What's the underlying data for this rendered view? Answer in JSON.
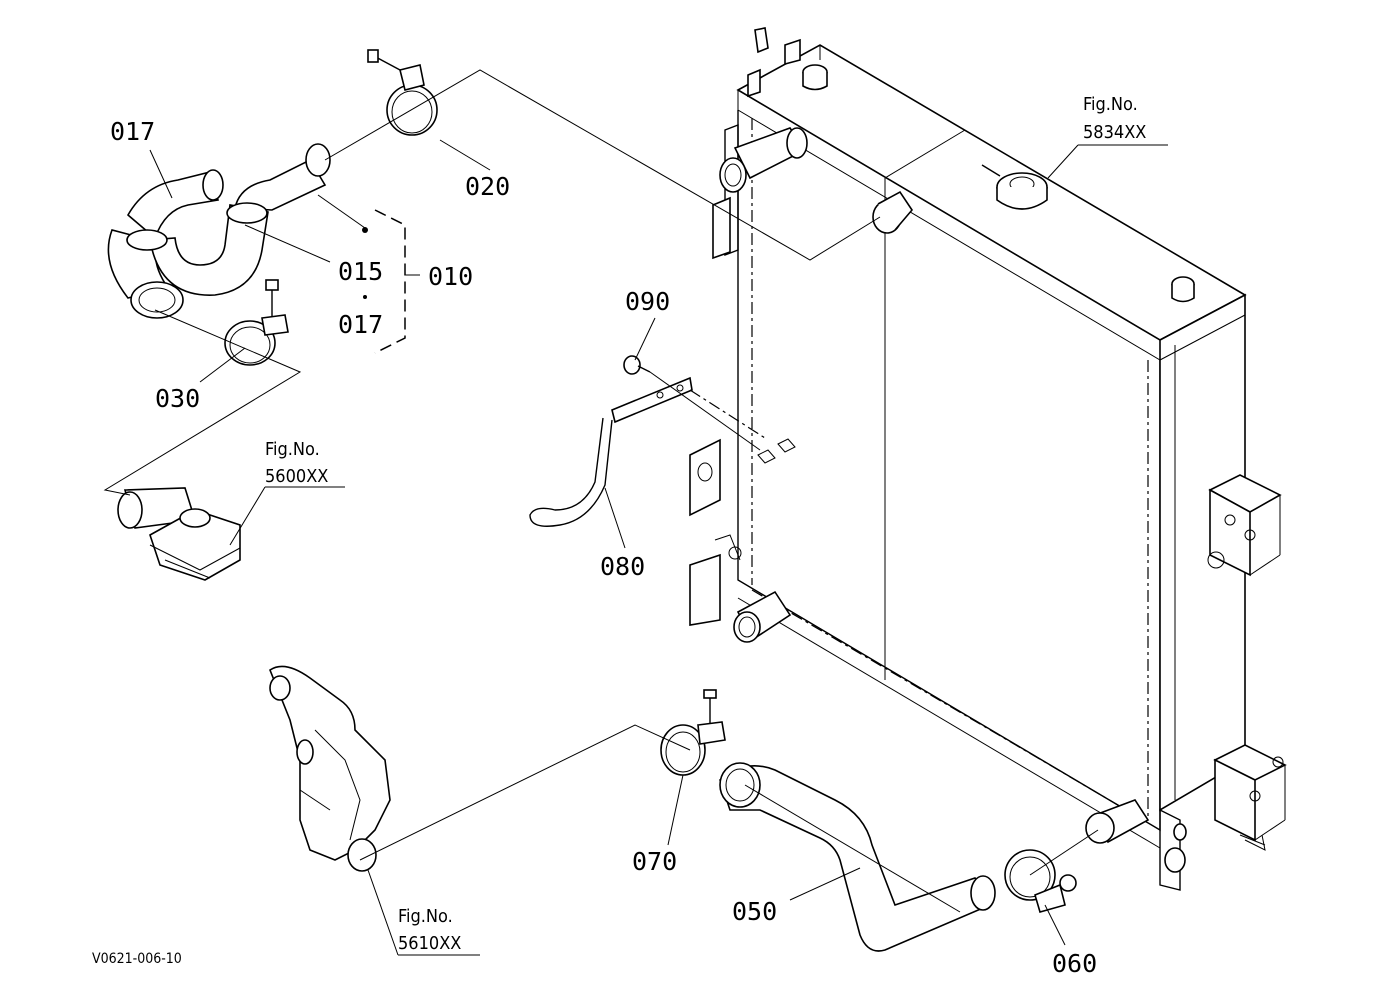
{
  "diagram": {
    "code": "V0621-006-10",
    "parts": [
      {
        "id": "p010",
        "label": "010"
      },
      {
        "id": "p015",
        "label": "015"
      },
      {
        "id": "p017a",
        "label": "017"
      },
      {
        "id": "p017b",
        "label": "017"
      },
      {
        "id": "p020",
        "label": "020"
      },
      {
        "id": "p030",
        "label": "030"
      },
      {
        "id": "p050",
        "label": "050"
      },
      {
        "id": "p060",
        "label": "060"
      },
      {
        "id": "p070",
        "label": "070"
      },
      {
        "id": "p080",
        "label": "080"
      },
      {
        "id": "p090",
        "label": "090"
      }
    ],
    "figures": [
      {
        "id": "f5834",
        "caption": "Fig.No.",
        "number": "5834XX"
      },
      {
        "id": "f5600",
        "caption": "Fig.No.",
        "number": "5600XX"
      },
      {
        "id": "f5610",
        "caption": "Fig.No.",
        "number": "5610XX"
      }
    ]
  }
}
